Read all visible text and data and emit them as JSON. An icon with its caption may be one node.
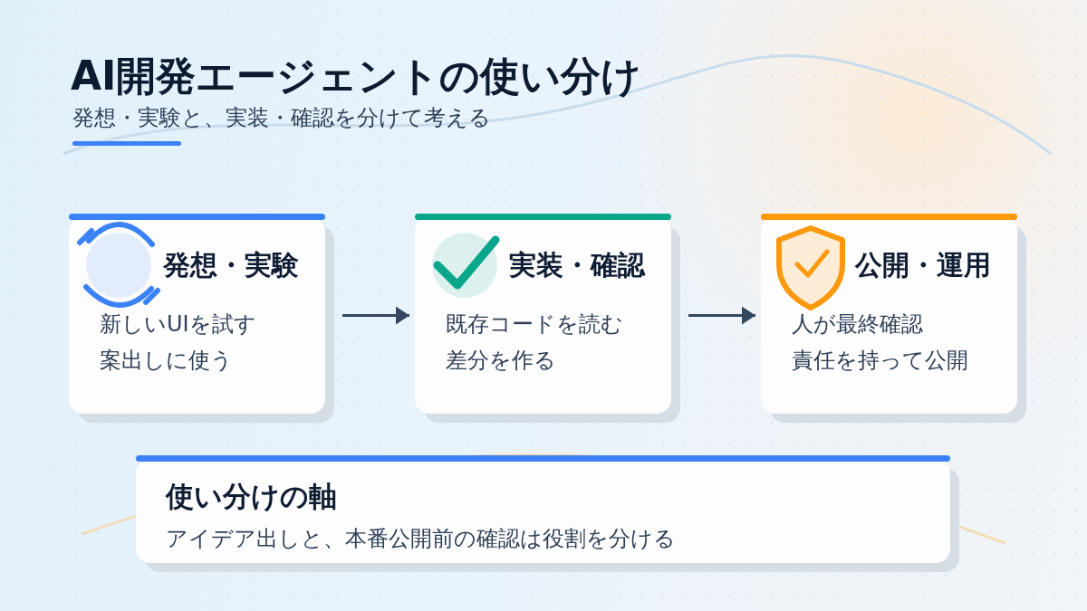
{
  "diagram": {
    "title": "AI開発エージェントの使い分け",
    "nodes": [
      {
        "text": [
          "発想・実験",
          "新しいUIを試す",
          "案出しに使う"
        ]
      },
      {
        "text": [
          "実装・確認",
          "既存コードを読む",
          "差分を作る"
        ]
      },
      {
        "text": [
          "公開・運用",
          "人が最終確認",
          "責任を持って公開"
        ]
      },
      {
        "text": [
          "使い分けの軸",
          "アイデア出しと、本番公開前の確認は役割を分ける"
        ]
      }
    ],
    "edges": [
      {
        "from": 0,
        "to": 1,
        "arrow": "to"
      },
      {
        "from": 1,
        "to": 2,
        "arrow": "to"
      }
    ],
    "labels": [
      "発想・実験と、実装・確認を分けて考える"
    ]
  }
}
